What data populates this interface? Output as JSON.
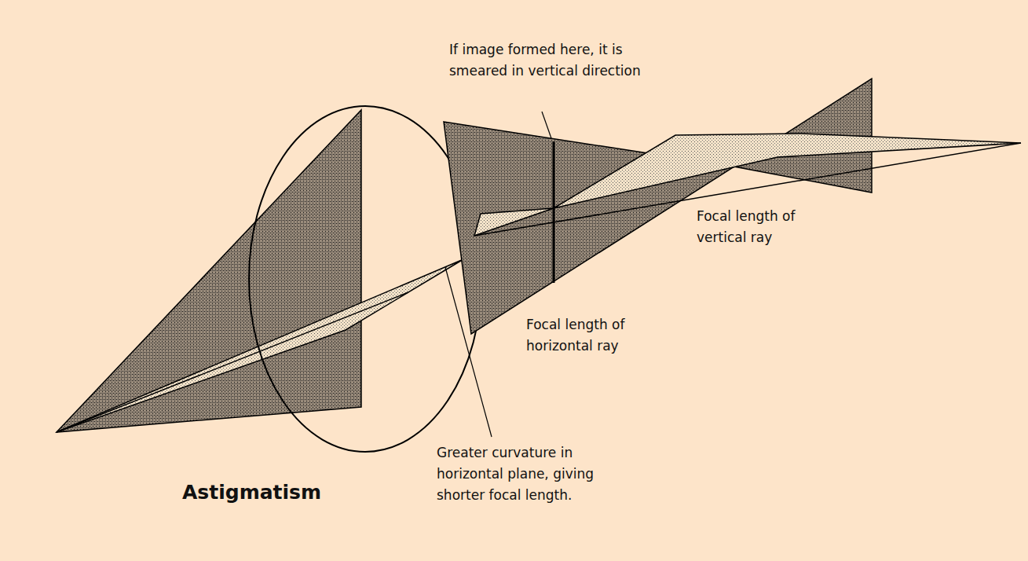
{
  "diagram": {
    "title": "Astigmatism",
    "labels": [
      "If image formed here, it is smeared in vertical direction",
      "Focal length of vertical ray",
      "Focal length of horizontal ray",
      "Greater curvature in horizontal plane, giving shorter focal length."
    ]
  }
}
